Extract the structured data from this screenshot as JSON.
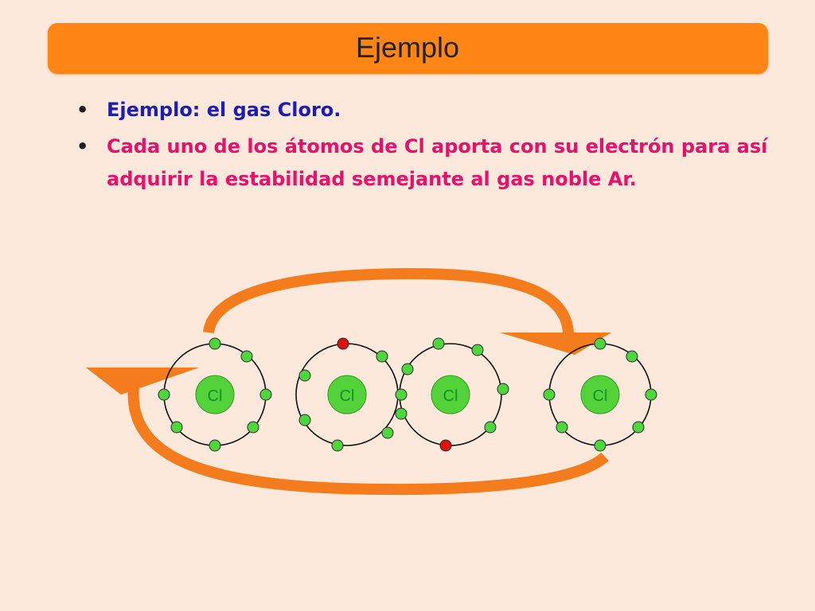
{
  "slide": {
    "title": "Ejemplo",
    "bullets": [
      "Ejemplo: el gas Cloro.",
      "Cada uno de los átomos de Cl aporta con su electrón para así adquirir la estabilidad semejante al gas noble Ar."
    ]
  },
  "diagram": {
    "atoms": [
      {
        "label": "Cl"
      },
      {
        "label": "Cl"
      },
      {
        "label": "Cl"
      },
      {
        "label": "Cl"
      }
    ],
    "colors": {
      "arrow": "#F47C1C",
      "nucleus": "#53D339",
      "electron": "#4ED73C",
      "shared_electron": "#E01010",
      "label": "#1C8A2E"
    }
  }
}
